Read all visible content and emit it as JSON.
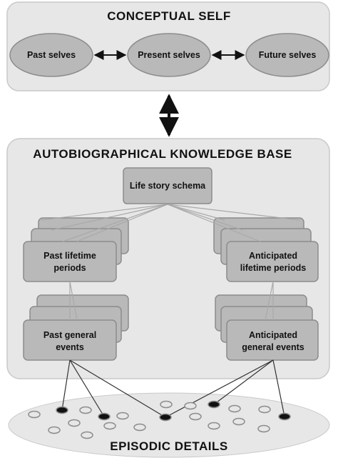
{
  "conceptual_self": {
    "title": "CONCEPTUAL SELF",
    "nodes": [
      "Past selves",
      "Present selves",
      "Future selves"
    ]
  },
  "knowledge_base": {
    "title": "AUTOBIOGRAPHICAL KNOWLEDGE BASE",
    "life_story": "Life story schema",
    "past_periods": [
      "Past lifetime",
      "periods"
    ],
    "anticipated_periods": [
      "Anticipated",
      "lifetime periods"
    ],
    "past_events": [
      "Past general",
      "events"
    ],
    "anticipated_events": [
      "Anticipated",
      "general events"
    ]
  },
  "episodic": {
    "title": "EPISODIC DETAILS"
  },
  "colors": {
    "panel": "#e7e7e7",
    "node": "#b9b9b9",
    "stroke": "#8c8c8c",
    "dark": "#111111"
  }
}
